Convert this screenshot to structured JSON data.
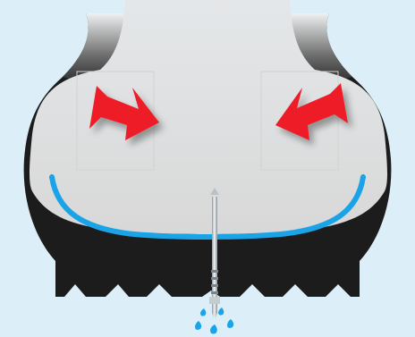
{
  "canvas": {
    "background": "#dceef8"
  },
  "tire": {
    "rubber_color": "#1c1c1c",
    "sidewall_fade": "#e9ecee",
    "interior_color": "#dcdcdc",
    "sealant_color": "#1aa3e6",
    "tread_blocks": 9
  },
  "arrows": {
    "color": "#ee1c25",
    "count": 2,
    "direction": "inward-down"
  },
  "nail": {
    "color": "#b9c2c7",
    "shine": "#eef2f4"
  },
  "droplets": {
    "color": "#1aa3e6",
    "count": 5
  }
}
